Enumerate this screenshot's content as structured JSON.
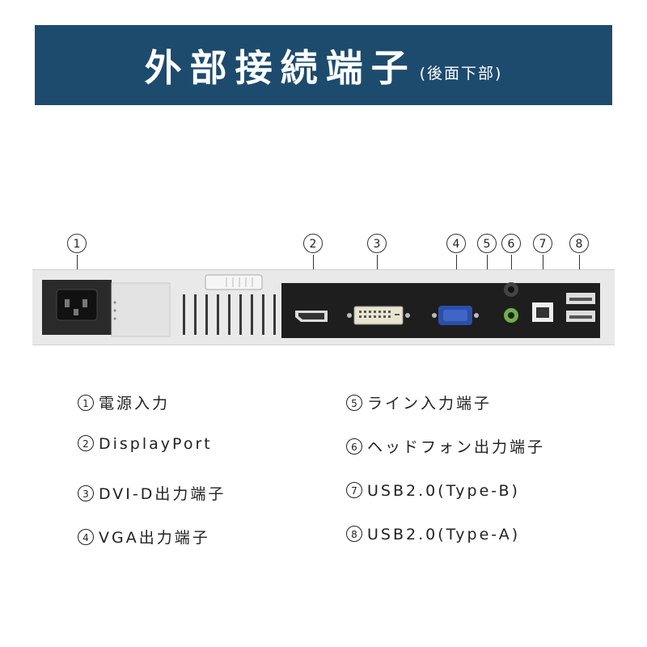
{
  "banner": {
    "title": "外部接続端子",
    "subtitle": "(後面下部)",
    "background": "#1d4b6e"
  },
  "callouts": [
    "1",
    "2",
    "3",
    "4",
    "5",
    "6",
    "7",
    "8"
  ],
  "legend": [
    {
      "num": "1",
      "label": "電源入力"
    },
    {
      "num": "2",
      "label": "DisplayPort"
    },
    {
      "num": "3",
      "label": "DVI-D出力端子"
    },
    {
      "num": "4",
      "label": "VGA出力端子"
    },
    {
      "num": "5",
      "label": "ライン入力端子"
    },
    {
      "num": "6",
      "label": "ヘッドフォン出力端子"
    },
    {
      "num": "7",
      "label": "USB2.0(Type-B)"
    },
    {
      "num": "8",
      "label": "USB2.0(Type-A)"
    }
  ]
}
